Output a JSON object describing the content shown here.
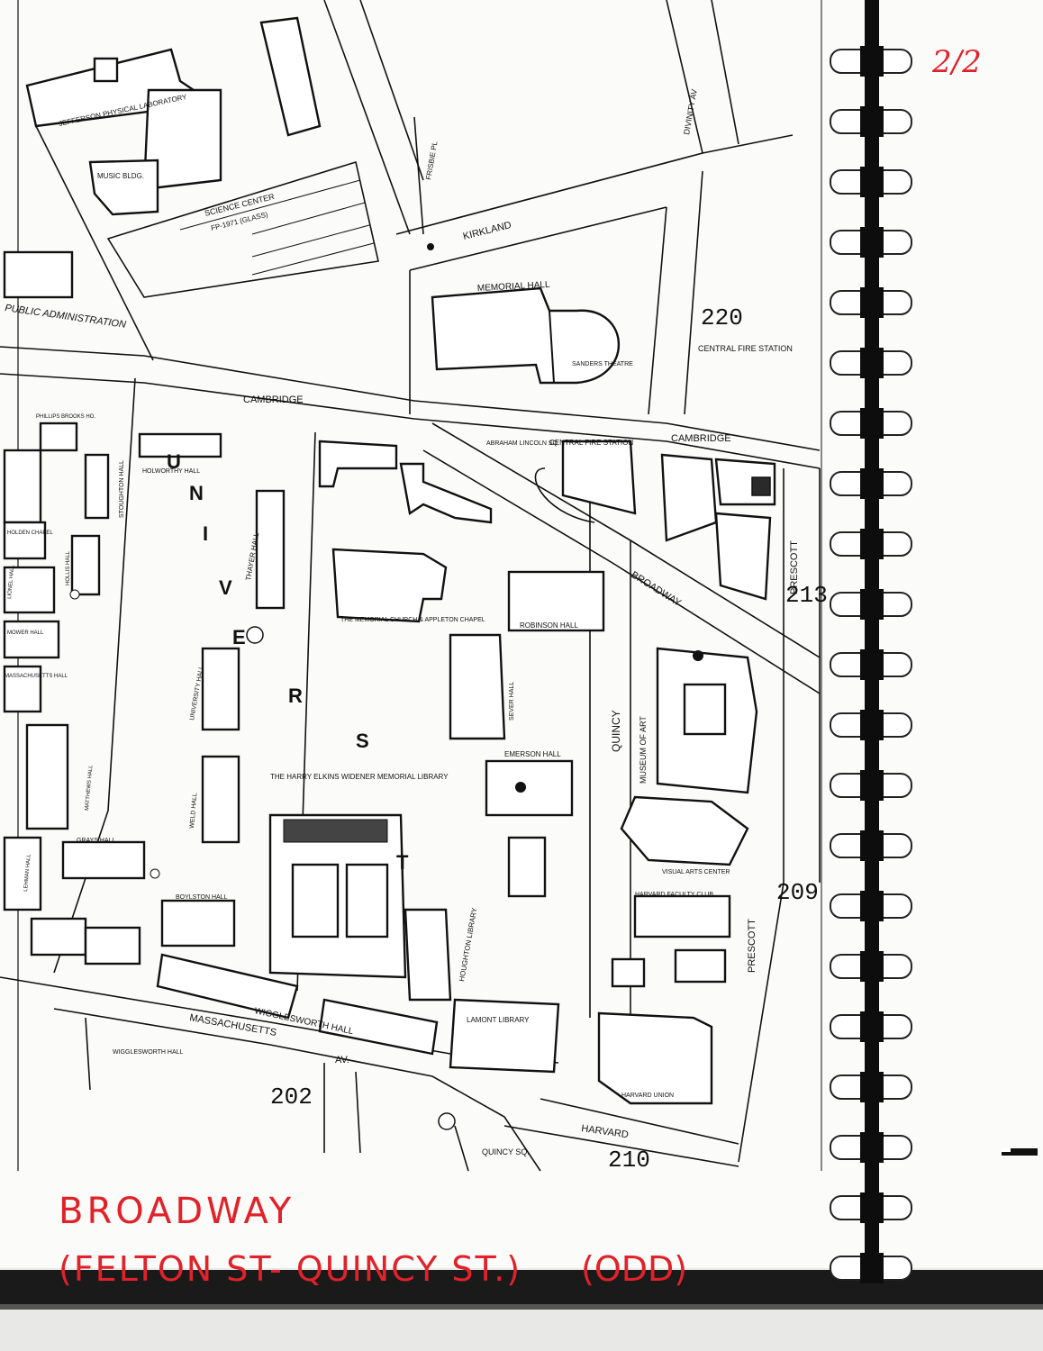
{
  "page_marker": "2/2",
  "handwritten_note": {
    "line1": "BROADWAY",
    "line2": "(FELTON ST- QUINCY ST.)",
    "line3": "(ODD)"
  },
  "sheet_numbers": [
    "220",
    "213",
    "209",
    "202",
    "210"
  ],
  "streets": {
    "kirkland": "KIRKLAND",
    "cambridge_west": "CAMBRIDGE",
    "cambridge_east": "CAMBRIDGE",
    "broadway": "BROADWAY",
    "quincy": "QUINCY",
    "prescott_north": "PRESCOTT",
    "prescott_south": "PRESCOTT",
    "massachusetts": "MASSACHUSETTS",
    "av": "AV.",
    "harvard": "HARVARD",
    "quincy_sq": "QUINCY SQ.",
    "divinity": "DIVINITY AV",
    "frisbie": "FRISBIE PL",
    "university": "UNIVERSITY",
    "public_admin": "PUBLIC ADMINISTRATION"
  },
  "buildings": {
    "jefferson": "JEFFERSON PHYSICAL LABORATORY",
    "music": "MUSIC BLDG.",
    "science_center": "SCIENCE CENTER",
    "science_center_note": "FP-1971 (GLASS)",
    "memorial_hall": "MEMORIAL HALL",
    "sanders": "SANDERS THEATRE",
    "central_fire_station": "CENTRAL FIRE STATION",
    "central_fire_station_small": "CENTRAL FIRE STATION",
    "lincoln_sq": "ABRAHAM LINCOLN SQ",
    "holworthy": "HOLWORTHY HALL",
    "stoughton": "STOUGHTON HALL",
    "phillips": "PHILLIPS BROOKS HO.",
    "holden": "HOLDEN CHAPEL",
    "hollis": "HOLLIS HALL",
    "thayer": "THAYER HALL",
    "memorial_church": "THE MEMORIAL CHURCH & APPLETON CHAPEL",
    "robinson": "ROBINSON HALL",
    "sever": "SEVER HALL",
    "university_hall": "UNIVERSITY HALL",
    "emerson": "EMERSON HALL",
    "widener": "THE HARRY ELKINS WIDENER MEMORIAL LIBRARY",
    "weld": "WELD HALL",
    "grays": "GRAYS HALL",
    "boylston": "BOYLSTON HALL",
    "houghton": "HOUGHTON LIBRARY",
    "lamont": "LAMONT LIBRARY",
    "wigglesworth": "WIGGLESWORTH HALL",
    "wigglesworth_lower": "WIGGLESWORTH HALL",
    "museum": "MUSEUM OF ART",
    "visual_arts": "VISUAL ARTS CENTER",
    "faculty_club": "HARVARD FACULTY CLUB",
    "union": "HARVARD UNION",
    "lehman": "LEHMAN HALL",
    "matthews": "MATTHEWS HALL",
    "massachusetts_hall": "MASSACHUSETTS HALL",
    "lionel": "LIONEL HALL",
    "mower": "MOWER HALL"
  }
}
